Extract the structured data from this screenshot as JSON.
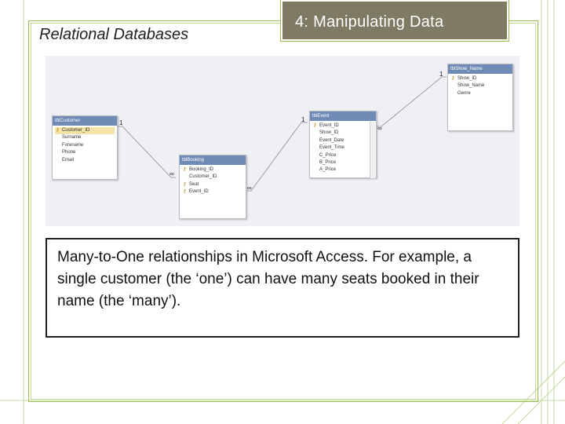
{
  "slide": {
    "subtitle": "Relational Databases",
    "title": "4: Manipulating Data",
    "caption": "Many-to-One relationships in Microsoft Access. For example, a single customer (the ‘one’) can have many seats booked in their name (the ‘many’).",
    "colors": {
      "accent": "#9bbb59",
      "title_bg": "#7f7a63",
      "table_header": "#6f8ab5"
    }
  },
  "diagram": {
    "tables": [
      {
        "name": "tblCustomer",
        "fields": [
          "Customer_ID",
          "Surname",
          "Forename",
          "Phone",
          "Email"
        ],
        "key_icon": "key-icon"
      },
      {
        "name": "tblBooking",
        "fields": [
          "Booking_ID",
          "Customer_ID",
          "Seat",
          "Event_ID"
        ],
        "key_icon": "key-icon"
      },
      {
        "name": "tblEvent",
        "fields": [
          "Event_ID",
          "Show_ID",
          "Event_Date",
          "Event_Time",
          "C_Price",
          "B_Price",
          "A_Price"
        ],
        "key_icon": "key-icon"
      },
      {
        "name": "tblShow_Name",
        "fields": [
          "Show_ID",
          "Show_Name",
          "Genre"
        ],
        "key_icon": "key-icon"
      }
    ],
    "relationships": [
      {
        "one": "1",
        "many": "∞"
      },
      {
        "one": "1",
        "many": "∞"
      },
      {
        "one": "1",
        "many": "∞"
      }
    ]
  }
}
